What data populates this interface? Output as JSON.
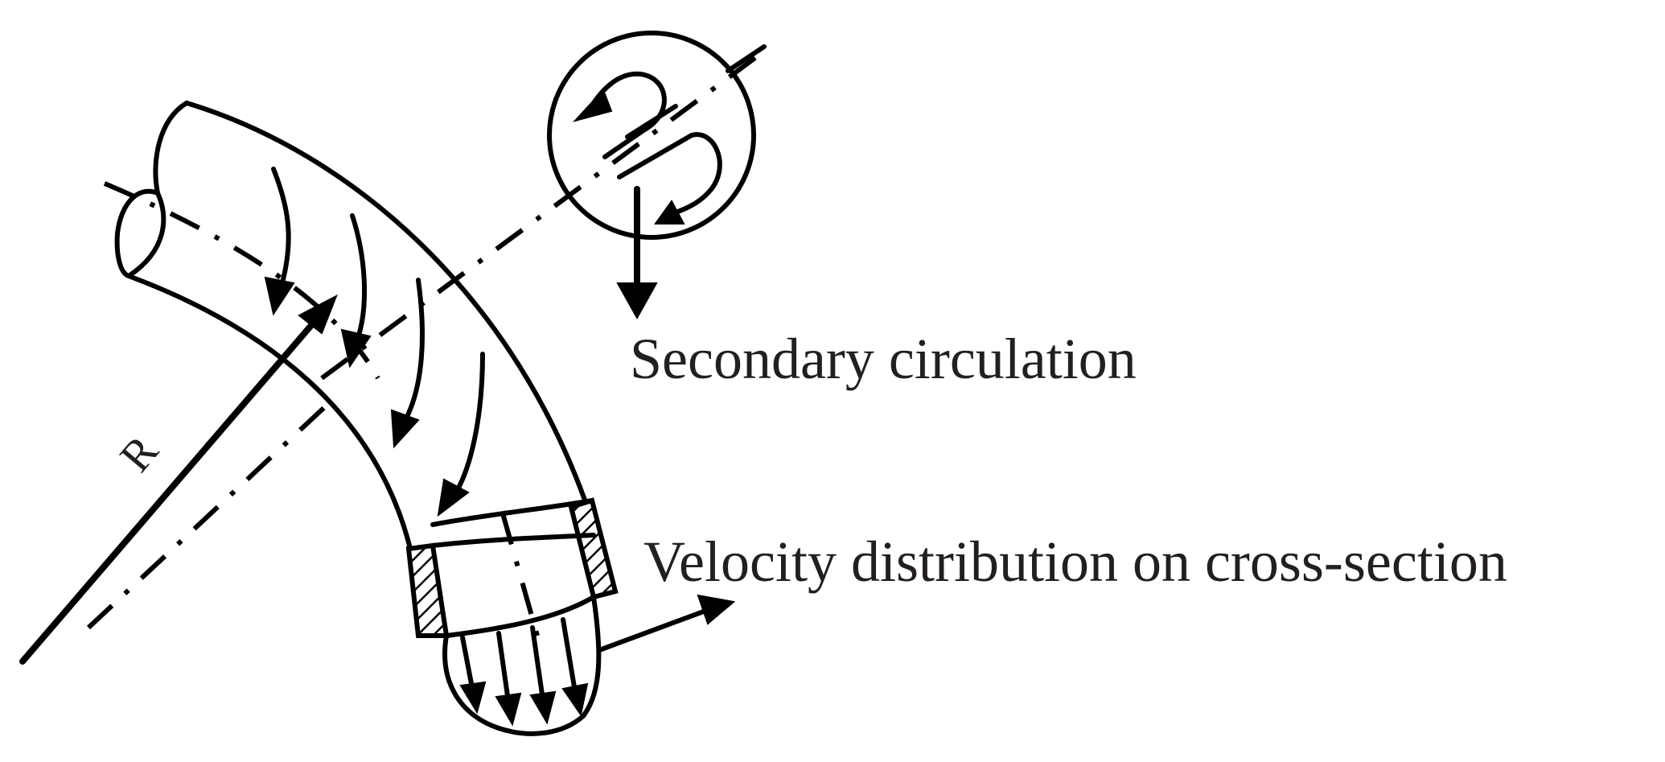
{
  "labels": {
    "secondary_circulation": "Secondary circulation",
    "velocity_distribution": "Velocity distribution on cross-section",
    "radius": "R"
  },
  "colors": {
    "ink": "#000000",
    "text": "#231f20",
    "background": "#ffffff"
  }
}
